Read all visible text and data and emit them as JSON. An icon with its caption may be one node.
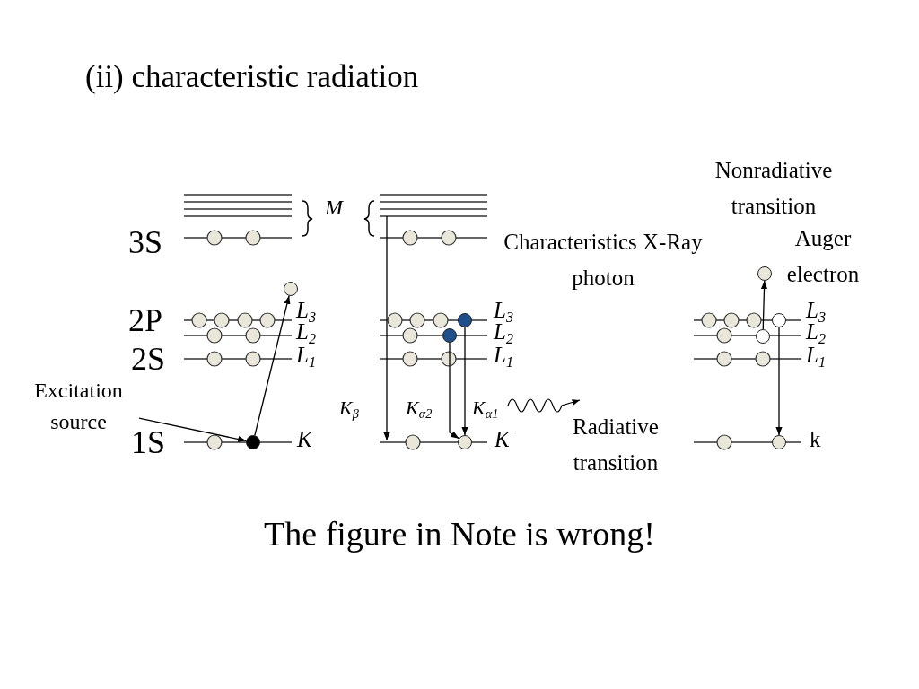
{
  "diagram": {
    "title": "(ii) characteristic radiation",
    "caption": "The figure in Note is wrong!",
    "nodes": [
      {
        "text": [
          "Excitation source"
        ]
      },
      {
        "text": [],
        "shape": "circle"
      },
      {
        "text": [],
        "shape": "circle"
      },
      {
        "text": [],
        "shape": "circle"
      },
      {
        "text": [],
        "shape": "circle"
      },
      {
        "text": [],
        "shape": "circle"
      },
      {
        "text": [],
        "shape": "circle"
      },
      {
        "text": [],
        "shape": "circle"
      },
      {
        "text": [],
        "shape": "circle"
      },
      {
        "text": [],
        "shape": "circle"
      }
    ],
    "edges": [
      {
        "from": 0,
        "to": 1,
        "arrow": "to"
      },
      {
        "from": 1,
        "to": 2,
        "arrow": "to"
      },
      {
        "from": 4,
        "to": 5,
        "arrow": "to"
      },
      {
        "from": 3,
        "to": 5,
        "arrow": "to"
      },
      {
        "from": 6,
        "to": 7,
        "arrow": "to"
      },
      {
        "from": 8,
        "to": 9,
        "arrow": "to"
      }
    ],
    "labels": [
      "3S",
      "2P",
      "2S",
      "1S",
      "M",
      "L$_{3}$",
      "L$_{2}$",
      "L$_{1}$",
      "K",
      "L$_{3}$",
      "L$_{2}$",
      "L$_{1}$",
      "K",
      "K$_{β}$",
      "K$_{α2}$",
      "K$_{α1}$",
      "Characteristics X-Ray photon",
      "Radiative transition",
      "Nonradiative transition",
      "Auger electron",
      "L$_{3}$",
      "L$_{2}$",
      "L$_{1}$",
      "k"
    ]
  }
}
